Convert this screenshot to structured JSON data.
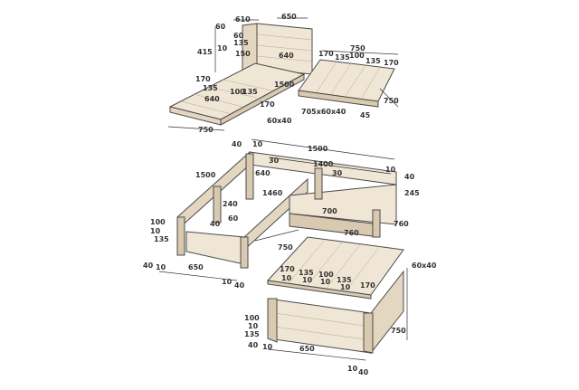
{
  "dimensions": [
    {
      "id": "d-60-top",
      "text": "60"
    },
    {
      "id": "d-610",
      "text": "610"
    },
    {
      "id": "d-650-top",
      "text": "650"
    },
    {
      "id": "d-60-b",
      "text": "60"
    },
    {
      "id": "d-10-a",
      "text": "10"
    },
    {
      "id": "d-135-a",
      "text": "135"
    },
    {
      "id": "d-415",
      "text": "415"
    },
    {
      "id": "d-150",
      "text": "150"
    },
    {
      "id": "d-640-top",
      "text": "640"
    },
    {
      "id": "d-750-top",
      "text": "750"
    },
    {
      "id": "d-170-r",
      "text": "170"
    },
    {
      "id": "d-135-r",
      "text": "135"
    },
    {
      "id": "d-100-r",
      "text": "100"
    },
    {
      "id": "d-135-r2",
      "text": "135"
    },
    {
      "id": "d-170-r2",
      "text": "170"
    },
    {
      "id": "d-170-l",
      "text": "170"
    },
    {
      "id": "d-135-l",
      "text": "135"
    },
    {
      "id": "d-100-l",
      "text": "100"
    },
    {
      "id": "d-135-l2",
      "text": "135"
    },
    {
      "id": "d-1500-top",
      "text": "1500"
    },
    {
      "id": "d-640-l",
      "text": "640"
    },
    {
      "id": "d-170-l2",
      "text": "170"
    },
    {
      "id": "d-705",
      "text": "705x60x40"
    },
    {
      "id": "d-750-r",
      "text": "750"
    },
    {
      "id": "d-45",
      "text": "45"
    },
    {
      "id": "d-60x40-top",
      "text": "60x40"
    },
    {
      "id": "d-750-bl",
      "text": "750"
    },
    {
      "id": "d-40-m",
      "text": "40"
    },
    {
      "id": "d-10-m",
      "text": "10"
    },
    {
      "id": "d-1500-m",
      "text": "1500"
    },
    {
      "id": "d-30-a",
      "text": "30"
    },
    {
      "id": "d-1400",
      "text": "1400"
    },
    {
      "id": "d-30-b",
      "text": "30"
    },
    {
      "id": "d-10-m2",
      "text": "10"
    },
    {
      "id": "d-40-m2",
      "text": "40"
    },
    {
      "id": "d-1500-l",
      "text": "1500"
    },
    {
      "id": "d-640-m",
      "text": "640"
    },
    {
      "id": "d-245",
      "text": "245"
    },
    {
      "id": "d-1460",
      "text": "1460"
    },
    {
      "id": "d-240",
      "text": "240"
    },
    {
      "id": "d-700",
      "text": "700"
    },
    {
      "id": "d-60-m",
      "text": "60"
    },
    {
      "id": "d-40-m3",
      "text": "40"
    },
    {
      "id": "d-760-a",
      "text": "760"
    },
    {
      "id": "d-100-m",
      "text": "100"
    },
    {
      "id": "d-10-m3",
      "text": "10"
    },
    {
      "id": "d-135-m",
      "text": "135"
    },
    {
      "id": "d-760-b",
      "text": "760"
    },
    {
      "id": "d-40-bl",
      "text": "40"
    },
    {
      "id": "d-10-bl",
      "text": "10"
    },
    {
      "id": "d-650-m",
      "text": "650"
    },
    {
      "id": "d-10-bm",
      "text": "10"
    },
    {
      "id": "d-40-bm",
      "text": "40"
    },
    {
      "id": "d-750-b",
      "text": "750"
    },
    {
      "id": "d-60x40-b",
      "text": "60x40"
    },
    {
      "id": "d-170-b",
      "text": "170"
    },
    {
      "id": "d-135-b",
      "text": "135"
    },
    {
      "id": "d-100-b",
      "text": "100"
    },
    {
      "id": "d-135-b2",
      "text": "135"
    },
    {
      "id": "d-170-b2",
      "text": "170"
    },
    {
      "id": "d-10-b1",
      "text": "10"
    },
    {
      "id": "d-10-b2",
      "text": "10"
    },
    {
      "id": "d-10-b3",
      "text": "10"
    },
    {
      "id": "d-10-b4",
      "text": "10"
    },
    {
      "id": "d-100-bl",
      "text": "100"
    },
    {
      "id": "d-10-bl2",
      "text": "10"
    },
    {
      "id": "d-135-bl",
      "text": "135"
    },
    {
      "id": "d-40-bb",
      "text": "40"
    },
    {
      "id": "d-10-bb",
      "text": "10"
    },
    {
      "id": "d-650-b",
      "text": "650"
    },
    {
      "id": "d-750-br",
      "text": "750"
    },
    {
      "id": "d-10-bb2",
      "text": "10"
    },
    {
      "id": "d-40-bb2",
      "text": "40"
    }
  ]
}
